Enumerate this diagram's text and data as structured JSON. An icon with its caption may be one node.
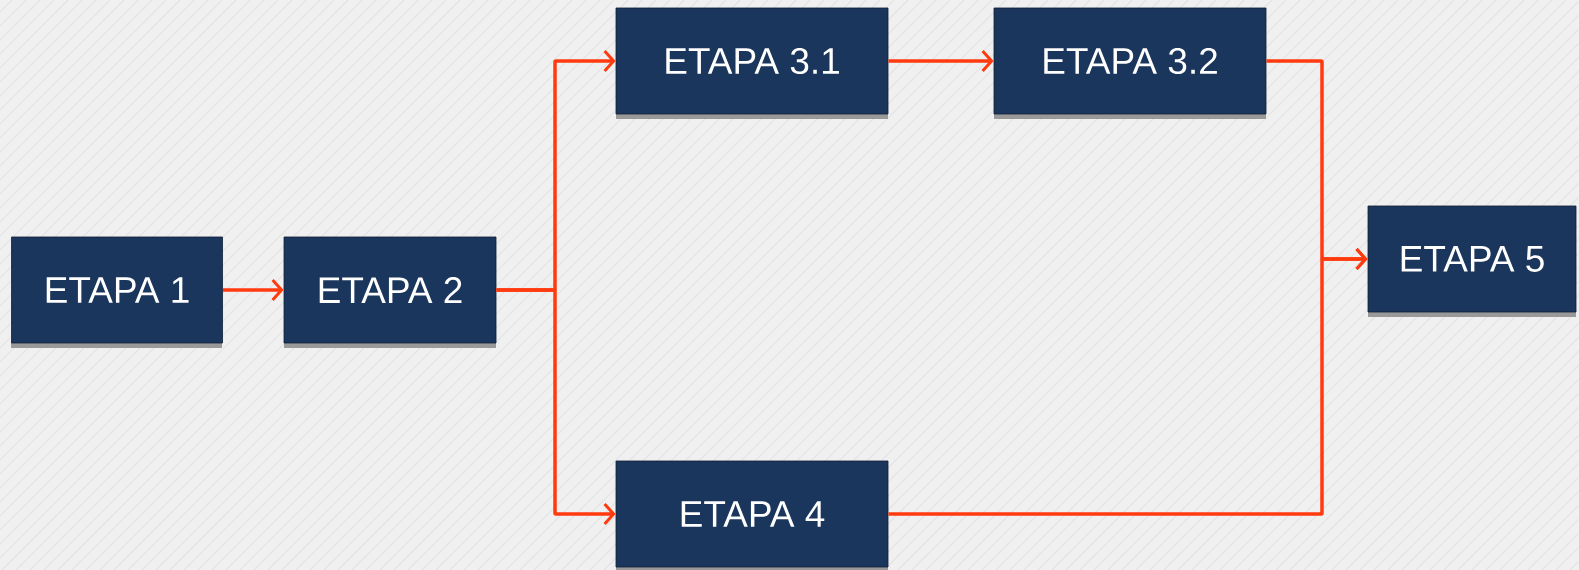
{
  "diagram": {
    "nodes": [
      {
        "text": [
          "ETAPA 1"
        ]
      },
      {
        "text": [
          "ETAPA 2"
        ]
      },
      {
        "text": [
          "ETAPA 3.1"
        ]
      },
      {
        "text": [
          "ETAPA 3.2"
        ]
      },
      {
        "text": [
          "ETAPA 4"
        ]
      },
      {
        "text": [
          "ETAPA 5"
        ]
      }
    ],
    "edges": [
      {
        "from": 0,
        "to": 1,
        "arrow": "to"
      },
      {
        "from": 1,
        "to": 2,
        "arrow": "to"
      },
      {
        "from": 1,
        "to": 4,
        "arrow": "to"
      },
      {
        "from": 2,
        "to": 3,
        "arrow": "to"
      },
      {
        "from": 3,
        "to": 5,
        "arrow": "to"
      },
      {
        "from": 4,
        "to": 5,
        "arrow": "to"
      }
    ]
  }
}
